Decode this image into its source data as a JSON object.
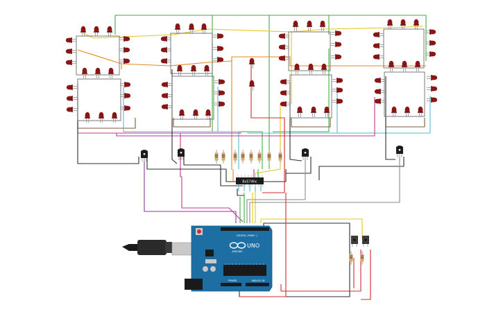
{
  "canvas": {
    "background": "#ffffff"
  },
  "colors": {
    "wire_black": "#2b2b2b",
    "wire_green": "#3fae3f",
    "wire_yellow": "#e8c51a",
    "wire_orange": "#e5871c",
    "wire_red": "#d62828",
    "wire_purple": "#8e3a9e",
    "wire_magenta": "#c2358f",
    "wire_cyan": "#5bb7c9",
    "wire_gray": "#8a8a8a",
    "wire_brown": "#7a5a3a",
    "led_red": "#8b1414",
    "board_blue": "#1d6fa3",
    "chip_black": "#1c1c1c"
  },
  "shift_register": {
    "label": "8x574hc"
  },
  "arduino": {
    "logo_text": "UNO",
    "brand_text": "ARDUINO",
    "digital_header": "DIGITAL (PWM~)",
    "power_header": "POWER",
    "analog_header": "ANALOG IN"
  },
  "icons": {
    "usb_cable": "usb-cable-icon",
    "reset_button": "reset-button-icon",
    "pushbutton": "pushbutton-icon",
    "transistor": "transistor-icon",
    "resistor": "resistor-icon",
    "led": "led-icon"
  }
}
